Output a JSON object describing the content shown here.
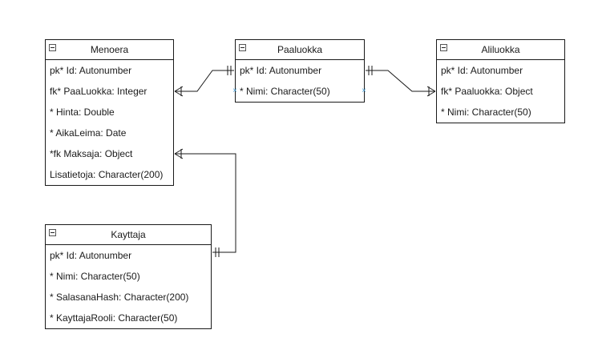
{
  "entities": {
    "menoera": {
      "title": "Menoera",
      "attributes": [
        "pk* Id: Autonumber",
        "fk* PaaLuokka: Integer",
        "* Hinta: Double",
        "* AikaLeima: Date",
        "*fk Maksaja: Object",
        "Lisatietoja: Character(200)"
      ]
    },
    "paaluokka": {
      "title": "Paaluokka",
      "attributes": [
        "pk* Id: Autonumber",
        "* Nimi: Character(50)"
      ]
    },
    "aliluokka": {
      "title": "Aliluokka",
      "attributes": [
        "pk* Id: Autonumber",
        "fk* Paaluokka: Object",
        "* Nimi: Character(50)"
      ]
    },
    "kayttaja": {
      "title": "Kayttaja",
      "attributes": [
        "pk* Id: Autonumber",
        "* Nimi: Character(50)",
        "* SalasanaHash: Character(200)",
        "* KayttajaRooli: Character(50)"
      ]
    }
  },
  "relationships": [
    {
      "from": "paaluokka",
      "from_end": "one-and-only-one",
      "to": "menoera",
      "to_end": "one-or-many"
    },
    {
      "from": "paaluokka",
      "from_end": "one-and-only-one",
      "to": "aliluokka",
      "to_end": "one-or-many"
    },
    {
      "from": "kayttaja",
      "from_end": "one-and-only-one",
      "to": "menoera",
      "to_end": "one-or-many"
    }
  ],
  "colors": {
    "line": "#1a1a1a",
    "port_marker": "#4da3d9"
  }
}
